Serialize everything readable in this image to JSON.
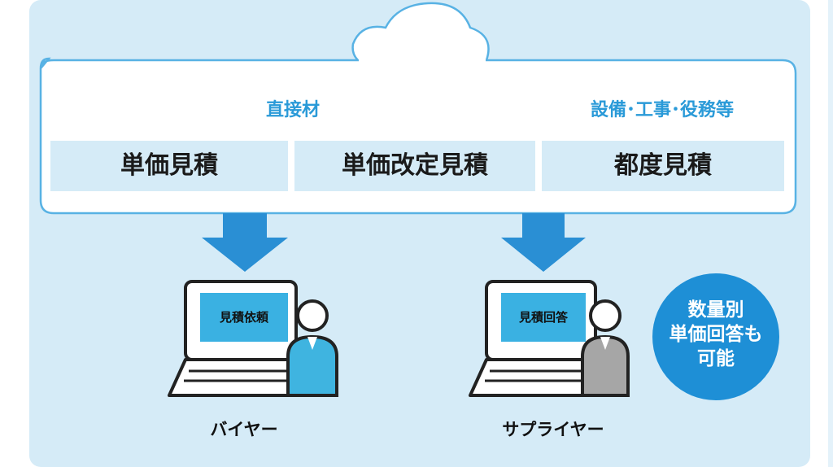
{
  "categories": {
    "direct": "直接材",
    "indirect": "設備･工事･役務等"
  },
  "quote_types": [
    {
      "label": "単価見積"
    },
    {
      "label": "単価改定見積"
    },
    {
      "label": "都度見積"
    }
  ],
  "buyer": {
    "screen": "見積依頼",
    "role": "バイヤー",
    "person_color": "#3fb4e0"
  },
  "supplier": {
    "screen": "見積回答",
    "role": "サプライヤー",
    "person_color": "#a6a6a6"
  },
  "badge": {
    "line1": "数量別",
    "line2": "単価回答も",
    "line3": "可能",
    "color": "#1e8fd6"
  },
  "icons": {
    "cloud": "cloud-icon",
    "arrow": "arrow-down-icon",
    "laptop": "laptop-icon",
    "person": "person-icon"
  }
}
